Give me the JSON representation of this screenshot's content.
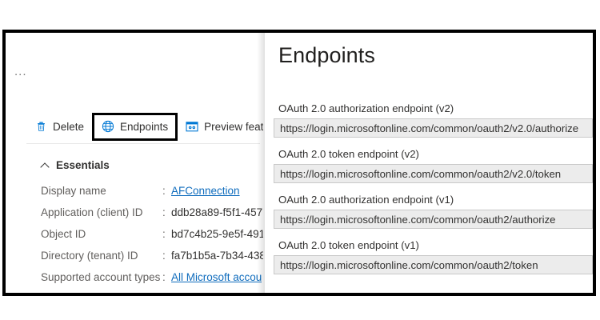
{
  "overview": {
    "more_commands_label": "...",
    "commands": [
      {
        "label": "Delete",
        "icon": "trash-icon",
        "highlighted": false
      },
      {
        "label": "Endpoints",
        "icon": "globe-icon",
        "highlighted": true
      },
      {
        "label": "Preview feature",
        "icon": "preview-window-icon",
        "highlighted": false
      }
    ],
    "essentials_label": "Essentials",
    "properties": [
      {
        "label": "Display name",
        "separator": ":",
        "value": "AFConnection",
        "is_link": true
      },
      {
        "label": "Application (client) ID",
        "separator": ":",
        "value": "ddb28a89-f5f1-457",
        "is_link": false
      },
      {
        "label": "Object ID",
        "separator": ":",
        "value": "bd7c4b25-9e5f-491",
        "is_link": false
      },
      {
        "label": "Directory (tenant) ID",
        "separator": ":",
        "value": "fa7b1b5a-7b34-438",
        "is_link": false
      },
      {
        "label": "Supported account types",
        "separator": ":",
        "value": "All Microsoft accou",
        "is_link": true
      }
    ]
  },
  "panel": {
    "title": "Endpoints",
    "endpoints": [
      {
        "label": "OAuth 2.0 authorization endpoint (v2)",
        "value": "https://login.microsoftonline.com/common/oauth2/v2.0/authorize"
      },
      {
        "label": "OAuth 2.0 token endpoint (v2)",
        "value": "https://login.microsoftonline.com/common/oauth2/v2.0/token"
      },
      {
        "label": "OAuth 2.0 authorization endpoint (v1)",
        "value": "https://login.microsoftonline.com/common/oauth2/authorize"
      },
      {
        "label": "OAuth 2.0 token endpoint (v1)",
        "value": "https://login.microsoftonline.com/common/oauth2/token"
      }
    ]
  },
  "colors": {
    "accent": "#0f6cbd",
    "icon_blue": "#0078d4",
    "text_primary": "#323130",
    "text_secondary": "#605e5c",
    "highlight_border": "#000000",
    "field_background": "#ececec"
  }
}
